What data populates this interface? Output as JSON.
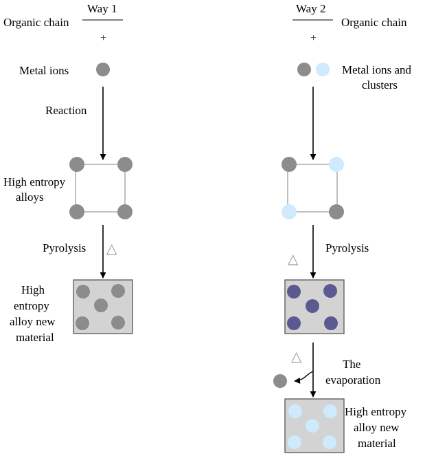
{
  "way1": {
    "title": "Way 1",
    "organic_chain": "Organic chain",
    "plus": "+",
    "metal_label": "Metal ions",
    "reaction_label": "Reaction",
    "alloy_label_1": "High entropy",
    "alloy_label_2": "alloys",
    "pyrolysis_label": "Pyrolysis",
    "heat_symbol": "△",
    "material_label_1": "High",
    "material_label_2": "entropy",
    "material_label_3": "alloy new",
    "material_label_4": "material"
  },
  "way2": {
    "title": "Way 2",
    "organic_chain": "Organic chain",
    "plus": "+",
    "metal_label_1": "Metal ions and",
    "metal_label_2": "clusters",
    "pyrolysis_label": "Pyrolysis",
    "heat_symbol": "△",
    "heat_symbol_2": "△",
    "evaporation_label_1": "The",
    "evaporation_label_2": "evaporation",
    "material_label_1": "High entropy",
    "material_label_2": "alloy new",
    "material_label_3": "material"
  },
  "colors": {
    "metal_ion": "#8c8c8c",
    "cluster": "#cfeafc",
    "fused_particle": "#5a5a90",
    "box_fill": "#d3d3d3",
    "frame_line": "#aaaaaa",
    "arrow": "#000000"
  }
}
